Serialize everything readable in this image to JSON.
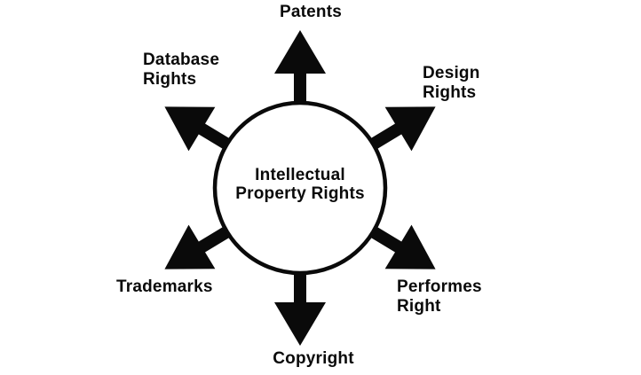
{
  "figure": {
    "background": "#ffffff",
    "ink": "#0a0a0a",
    "center": {
      "label": "Intellectual\nProperty Rights"
    },
    "spokes": [
      {
        "id": "patents",
        "label": "Patents",
        "direction": "up"
      },
      {
        "id": "design-rights",
        "label": "Design\nRights",
        "direction": "upper-right"
      },
      {
        "id": "performes-right",
        "label": "Performes\nRight",
        "direction": "lower-right"
      },
      {
        "id": "copyright",
        "label": "Copyright",
        "direction": "down"
      },
      {
        "id": "trademarks",
        "label": "Trademarks",
        "direction": "lower-left"
      },
      {
        "id": "database-rights",
        "label": "Database\nRights",
        "direction": "upper-left"
      }
    ]
  }
}
